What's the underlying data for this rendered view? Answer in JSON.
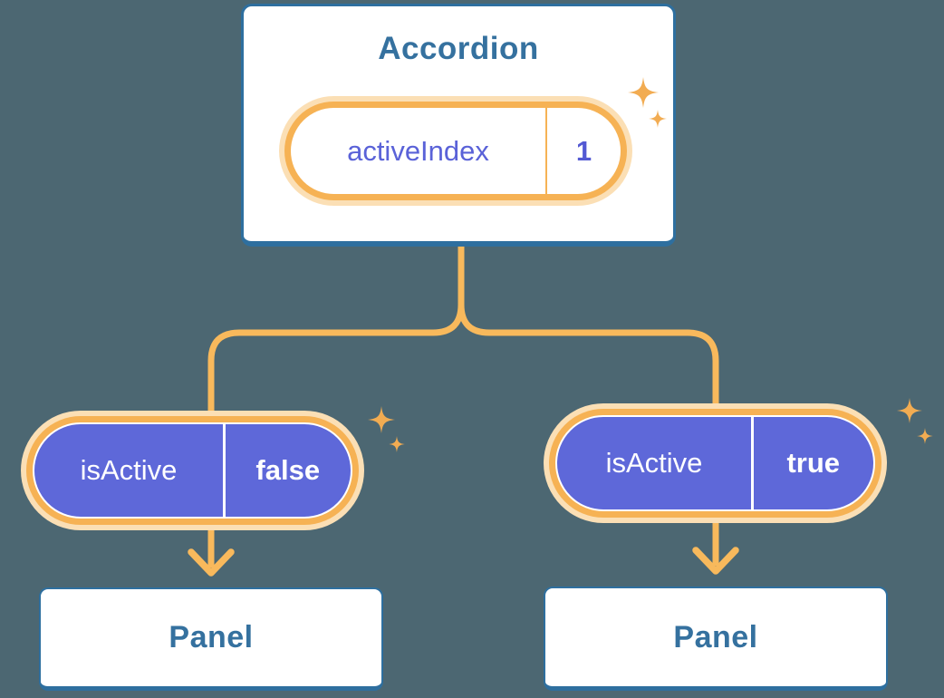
{
  "tree": {
    "root": {
      "title": "Accordion",
      "state": {
        "name": "activeIndex",
        "value": "1"
      }
    },
    "branches": [
      {
        "prop": {
          "name": "isActive",
          "value": "false"
        },
        "panel_label": "Panel"
      },
      {
        "prop": {
          "name": "isActive",
          "value": "true"
        },
        "panel_label": "Panel"
      }
    ]
  },
  "icons": {
    "sparkle": "✦",
    "arrow_down": "↓"
  },
  "colors": {
    "background": "#4C6772",
    "card_fill": "#FFFFFF",
    "card_border_blue": "#2E6F9F",
    "blue_text": "#35719F",
    "orange_ring": "#F6B254",
    "orange_glow": "#FBDFB5",
    "orange_line": "#F8B95C",
    "orange_sparkle": "#F2AC52",
    "purple_fill": "#5E68D9",
    "purple_text": "#5A62D8",
    "white_text": "#FFFFFF"
  }
}
